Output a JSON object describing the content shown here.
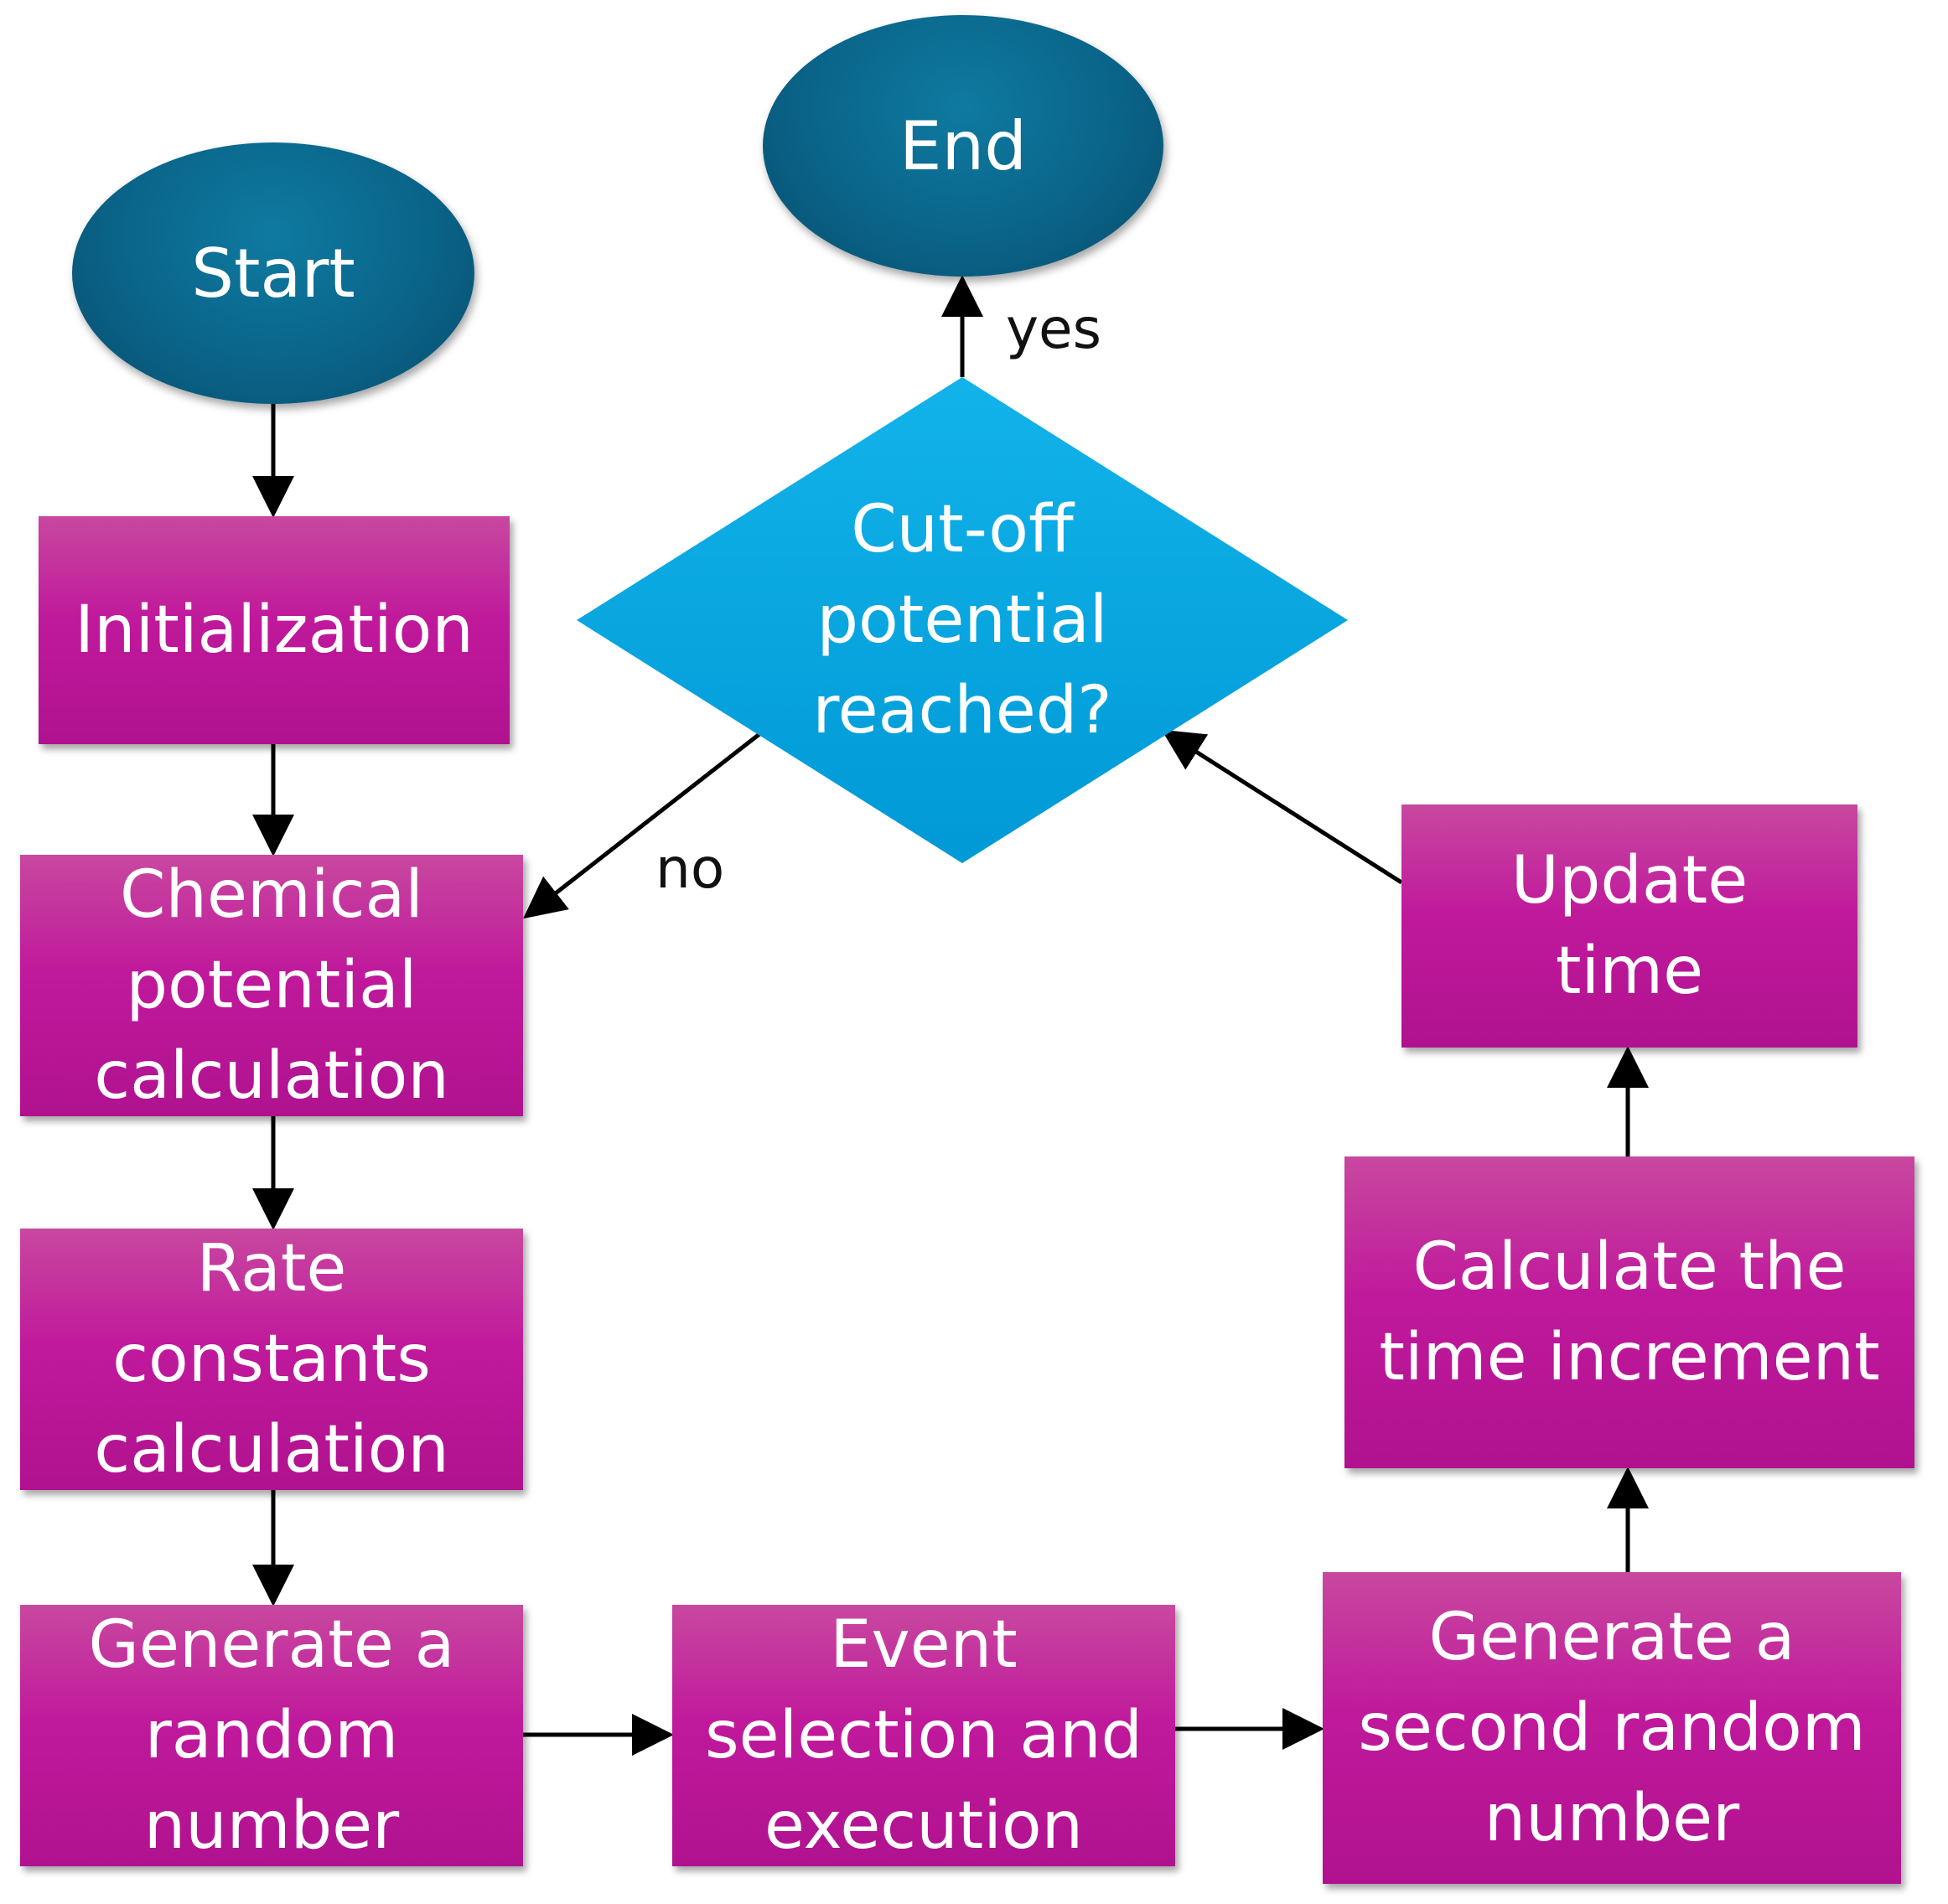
{
  "nodes": {
    "start": "Start",
    "end": "End",
    "initialization": "Initialization",
    "chemical_potential": "Chemical\npotential\ncalculation",
    "rate_constants": "Rate\nconstants\ncalculation",
    "random_number": "Generate a\nrandom\nnumber",
    "event_selection": "Event\nselection and\nexecution",
    "second_random_number": "Generate a\nsecond random\nnumber",
    "time_increment": "Calculate the\ntime increment",
    "update_time": "Update\ntime",
    "cutoff_decision": "Cut-off\npotential\nreached?"
  },
  "edge_labels": {
    "yes": "yes",
    "no": "no"
  },
  "colors": {
    "process_fill": "#c0199c",
    "terminal_fill": "#0a6489",
    "decision_fill": "#00a6e0",
    "arrow": "#000000"
  },
  "edges": [
    {
      "from": "start",
      "to": "initialization"
    },
    {
      "from": "initialization",
      "to": "chemical_potential"
    },
    {
      "from": "chemical_potential",
      "to": "rate_constants"
    },
    {
      "from": "rate_constants",
      "to": "random_number"
    },
    {
      "from": "random_number",
      "to": "event_selection"
    },
    {
      "from": "event_selection",
      "to": "second_random_number"
    },
    {
      "from": "second_random_number",
      "to": "time_increment"
    },
    {
      "from": "time_increment",
      "to": "update_time"
    },
    {
      "from": "update_time",
      "to": "cutoff_decision"
    },
    {
      "from": "cutoff_decision",
      "to": "end",
      "label": "yes"
    },
    {
      "from": "cutoff_decision",
      "to": "chemical_potential",
      "label": "no"
    }
  ]
}
